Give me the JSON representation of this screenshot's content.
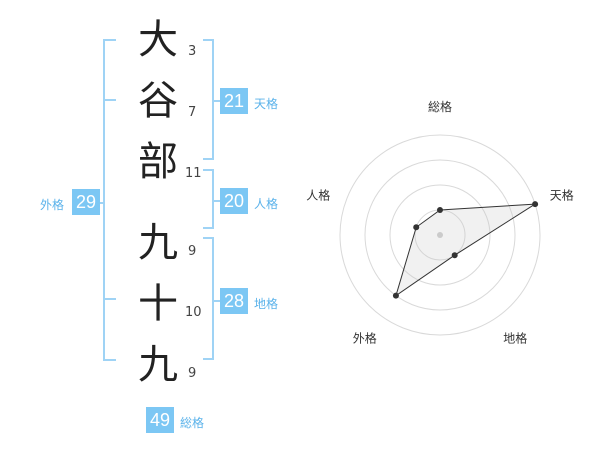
{
  "name": {
    "characters": [
      {
        "char": "大",
        "strokes": "3"
      },
      {
        "char": "谷",
        "strokes": "7"
      },
      {
        "char": "部",
        "strokes": "11"
      },
      {
        "char": "九",
        "strokes": "9"
      },
      {
        "char": "十",
        "strokes": "10"
      },
      {
        "char": "九",
        "strokes": "9"
      }
    ]
  },
  "fortunes": {
    "tenkaku": {
      "value": "21",
      "label": "天格"
    },
    "jinkaku": {
      "value": "20",
      "label": "人格"
    },
    "chikaku": {
      "value": "28",
      "label": "地格"
    },
    "gaikaku": {
      "value": "29",
      "label": "外格"
    },
    "soukaku": {
      "value": "49",
      "label": "総格"
    }
  },
  "colors": {
    "accent": "#7cc7f4",
    "bracket": "#9fd3f5",
    "label": "#5ab2ea"
  },
  "chart_data": {
    "type": "radar",
    "axes": [
      "総格",
      "天格",
      "地格",
      "外格",
      "人格"
    ],
    "values": [
      0.25,
      1.0,
      0.25,
      0.75,
      0.25
    ],
    "rings": 4,
    "grid": true
  }
}
